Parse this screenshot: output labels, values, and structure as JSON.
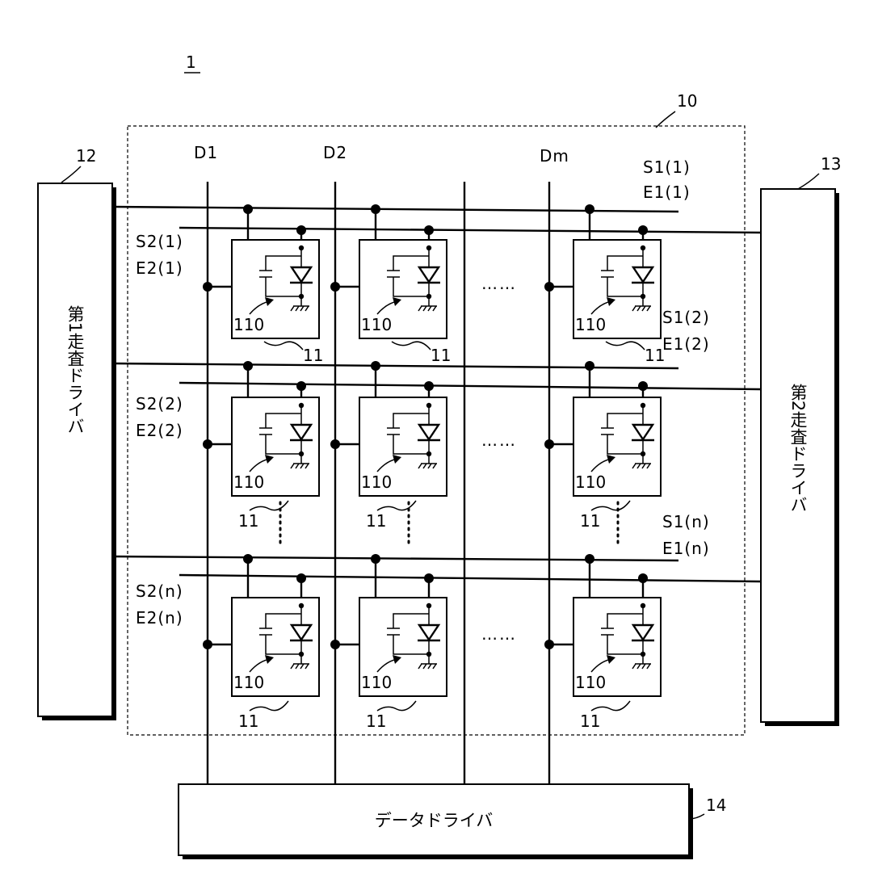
{
  "figure_number": "1",
  "panel_ref": "10",
  "first_driver": {
    "ref": "12",
    "label": "第1走査ドライバ"
  },
  "second_driver": {
    "ref": "13",
    "label": "第2走査ドライバ"
  },
  "data_driver": {
    "ref": "14",
    "label": "データドライバ"
  },
  "data_lines": [
    "D1",
    "D2",
    "Dm"
  ],
  "row_labels": {
    "s1_1": "S1(1)",
    "e1_1": "E1(1)",
    "s2_1": "S2(1)",
    "e2_1": "E2(1)",
    "s1_2": "S1(2)",
    "e1_2": "E1(2)",
    "s2_2": "S2(2)",
    "e2_2": "E2(2)",
    "s1_n": "S1(n)",
    "e1_n": "E1(n)",
    "s2_n": "S2(n)",
    "e2_n": "E2(n)"
  },
  "pixel_ref": "11",
  "element_ref": "110",
  "ellipsis": "……"
}
